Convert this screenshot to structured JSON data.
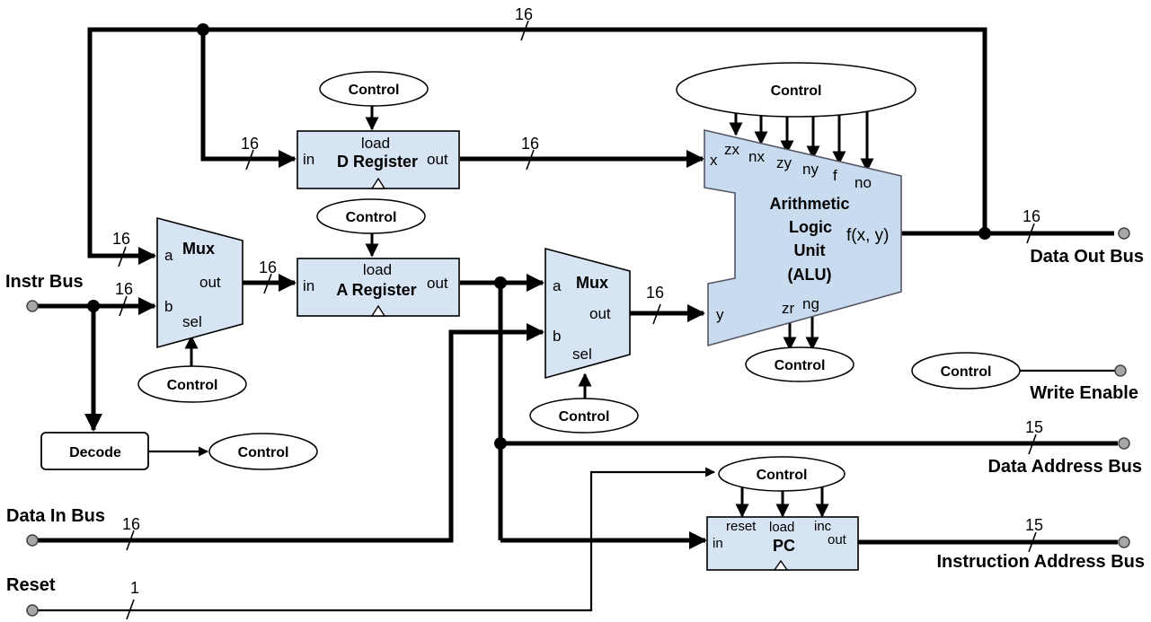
{
  "buses": {
    "instr": "Instr Bus",
    "data_in": "Data In Bus",
    "reset": "Reset",
    "data_out": "Data Out Bus",
    "write_enable": "Write Enable",
    "data_address": "Data Address Bus",
    "instruction_address": "Instruction Address Bus"
  },
  "widths": {
    "feedback": "16",
    "d_in": "16",
    "d_out": "16",
    "mux1_a": "16",
    "mux1_b": "16",
    "mux1_out": "16",
    "mux2_out": "16",
    "alu_out": "16",
    "data_address": "15",
    "instruction_address": "15",
    "data_in": "16",
    "reset": "1"
  },
  "control_label": "Control",
  "decode": "Decode",
  "mux": {
    "name": "Mux",
    "a": "a",
    "b": "b",
    "out": "out",
    "sel": "sel"
  },
  "d_register": {
    "name": "D Register",
    "in": "in",
    "load": "load",
    "out": "out"
  },
  "a_register": {
    "name": "A Register",
    "in": "in",
    "load": "load",
    "out": "out"
  },
  "alu": {
    "line1": "Arithmetic",
    "line2": "Logic",
    "line3": "Unit",
    "line4": "(ALU)",
    "x": "x",
    "y": "y",
    "out": "f(x, y)",
    "zx": "zx",
    "nx": "nx",
    "zy": "zy",
    "ny": "ny",
    "f": "f",
    "no": "no",
    "zr": "zr",
    "ng": "ng"
  },
  "pc": {
    "name": "PC",
    "in": "in",
    "reset": "reset",
    "load": "load",
    "inc": "inc",
    "out": "out"
  }
}
